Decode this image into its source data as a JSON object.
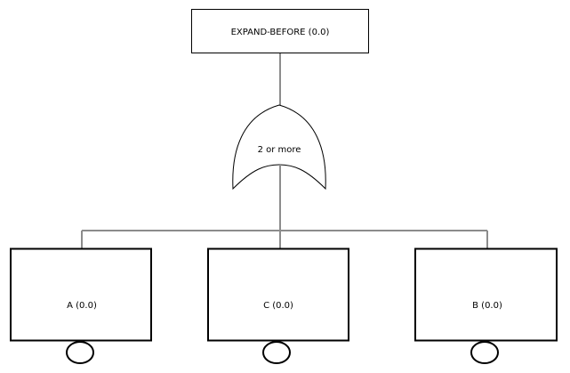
{
  "top_event": {
    "label": "EXPAND-BEFORE (0.0)"
  },
  "gate": {
    "label": "2 or more"
  },
  "children": [
    {
      "label": "A (0.0)"
    },
    {
      "label": "C (0.0)"
    },
    {
      "label": "B (0.0)"
    }
  ],
  "colors": {
    "connector": "#8c8c8c",
    "outline": "#000000",
    "background": "#ffffff"
  }
}
